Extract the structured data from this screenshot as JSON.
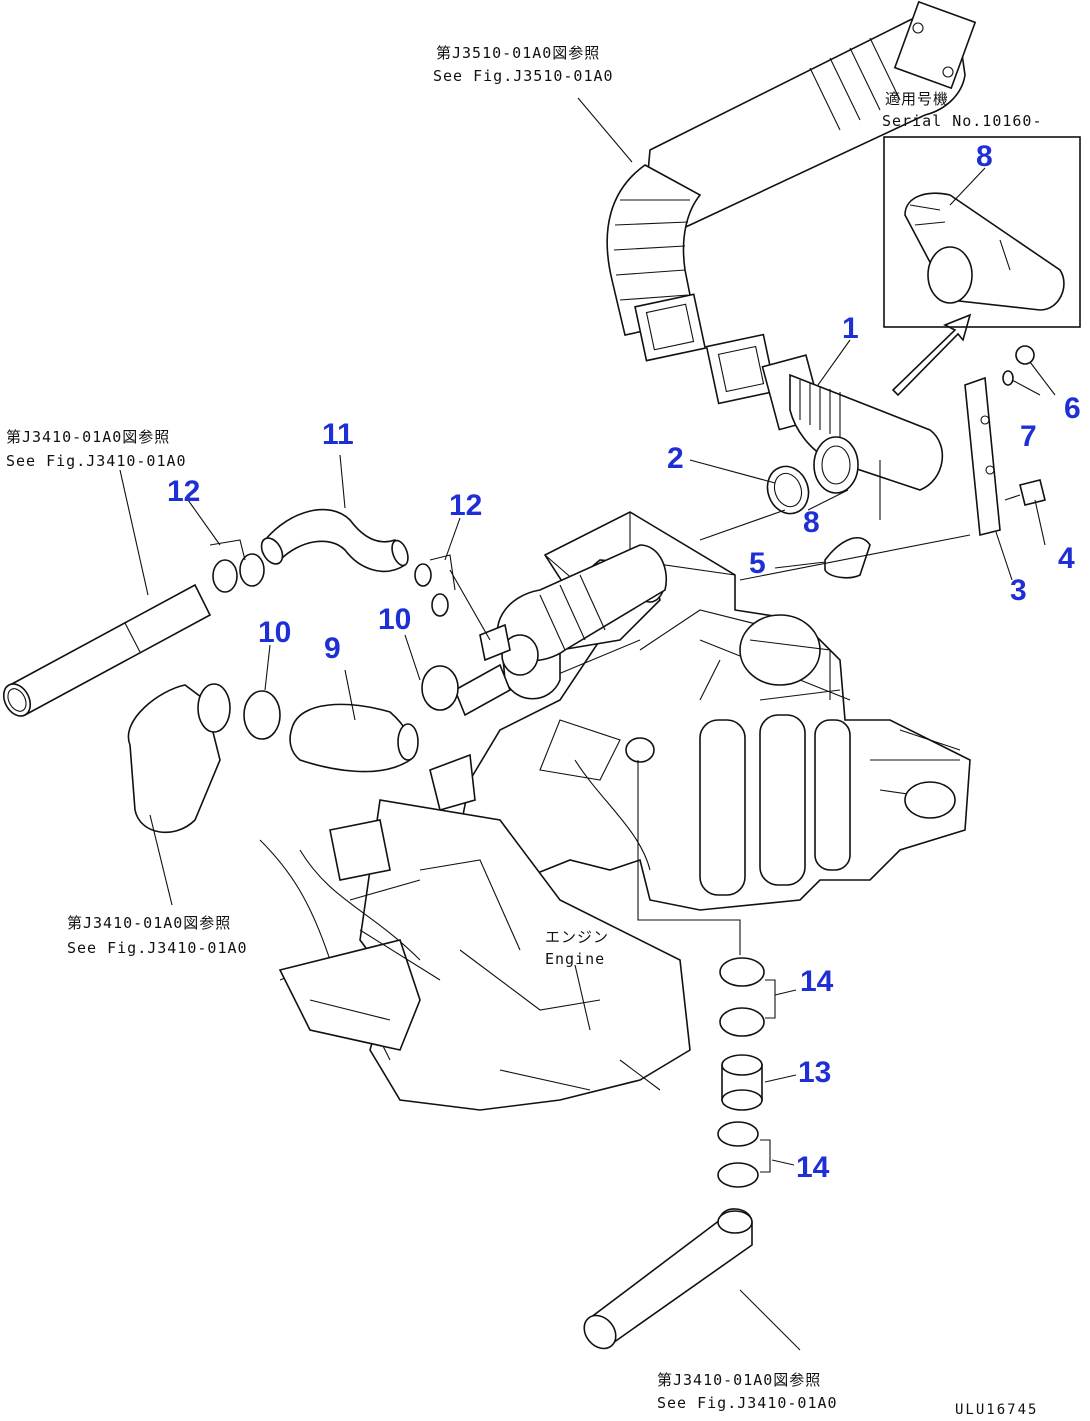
{
  "references": {
    "top_ref": {
      "line1": "第J3510-01A0図参照",
      "line2": "See Fig.J3510-01A0"
    },
    "serial_box": {
      "line1": "適用号機",
      "line2": "Serial No.10160-"
    },
    "left_ref": {
      "line1": "第J3410-01A0図参照",
      "line2": "See Fig.J3410-01A0"
    },
    "lower_left_ref": {
      "line1": "第J3410-01A0図参照",
      "line2": "See Fig.J3410-01A0"
    },
    "bottom_ref": {
      "line1": "第J3410-01A0図参照",
      "line2": "See Fig.J3410-01A0"
    },
    "engine": {
      "line1": "エンジン",
      "line2": "Engine"
    }
  },
  "callouts": [
    {
      "id": "c8box",
      "text": "8"
    },
    {
      "id": "c1",
      "text": "1"
    },
    {
      "id": "c6",
      "text": "6"
    },
    {
      "id": "c7",
      "text": "7"
    },
    {
      "id": "c2",
      "text": "2"
    },
    {
      "id": "c8",
      "text": "8"
    },
    {
      "id": "c11",
      "text": "11"
    },
    {
      "id": "c12a",
      "text": "12"
    },
    {
      "id": "c12b",
      "text": "12"
    },
    {
      "id": "c5",
      "text": "5"
    },
    {
      "id": "c4",
      "text": "4"
    },
    {
      "id": "c3",
      "text": "3"
    },
    {
      "id": "c10a",
      "text": "10"
    },
    {
      "id": "c9",
      "text": "9"
    },
    {
      "id": "c10b",
      "text": "10"
    },
    {
      "id": "c14a",
      "text": "14"
    },
    {
      "id": "c13",
      "text": "13"
    },
    {
      "id": "c14b",
      "text": "14"
    }
  ],
  "drawing_code": "ULU16745"
}
